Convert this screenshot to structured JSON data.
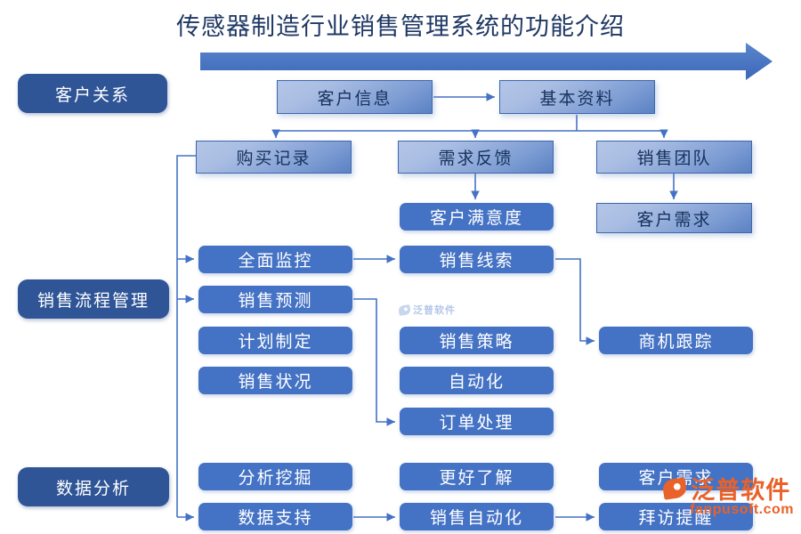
{
  "page": {
    "title": "传感器制造行业销售管理系统的功能介绍",
    "background_color": "#ffffff",
    "accent_color": "#4472c4",
    "dark_accent_color": "#2f5597",
    "title_color": "#1f3864"
  },
  "top_arrow": {
    "name": "timeline-arrow",
    "color": "#4472c4"
  },
  "categories": [
    {
      "label": "客户关系"
    },
    {
      "label": "销售流程管理"
    },
    {
      "label": "数据分析"
    }
  ],
  "nodes": {
    "customer_info": "客户信息",
    "basic_data": "基本资料",
    "purchase_record": "购买记录",
    "demand_feedback": "需求反馈",
    "sales_team": "销售团队",
    "customer_satisfaction": "客户满意度",
    "customer_demand_top": "客户需求",
    "full_monitoring": "全面监控",
    "sales_forecast": "销售预测",
    "plan_making": "计划制定",
    "sales_status": "销售状况",
    "sales_lead": "销售线索",
    "sales_strategy": "销售策略",
    "automation": "自动化",
    "order_processing": "订单处理",
    "opportunity_tracking": "商机跟踪",
    "analysis_mining": "分析挖掘",
    "better_understanding": "更好了解",
    "customer_demand_bottom": "客户需求",
    "data_support": "数据支持",
    "sales_automation": "销售自动化",
    "visit_reminder": "拜访提醒"
  },
  "watermark": {
    "brand": "泛普软件",
    "url": "fanpusoft.com",
    "small_brand": "泛普软件",
    "color": "#e8622a"
  },
  "chart_data": {
    "type": "diagram",
    "title": "传感器制造行业销售管理系统的功能介绍",
    "groups": [
      {
        "category": "客户关系",
        "rows": [
          [
            "客户信息",
            "基本资料"
          ],
          [
            "购买记录",
            "需求反馈",
            "销售团队"
          ],
          [
            "客户满意度",
            "客户需求"
          ]
        ]
      },
      {
        "category": "销售流程管理",
        "rows": [
          [
            "全面监控",
            "销售线索"
          ],
          [
            "销售预测"
          ],
          [
            "计划制定",
            "销售策略",
            "商机跟踪"
          ],
          [
            "销售状况",
            "自动化"
          ],
          [
            "订单处理"
          ]
        ]
      },
      {
        "category": "数据分析",
        "rows": [
          [
            "分析挖掘",
            "更好了解",
            "客户需求"
          ],
          [
            "数据支持",
            "销售自动化",
            "拜访提醒"
          ]
        ]
      }
    ],
    "edges": [
      [
        "客户信息",
        "基本资料"
      ],
      [
        "基本资料",
        "购买记录"
      ],
      [
        "基本资料",
        "需求反馈"
      ],
      [
        "基本资料",
        "销售团队"
      ],
      [
        "需求反馈",
        "客户满意度"
      ],
      [
        "销售团队",
        "客户需求"
      ],
      [
        "购买记录",
        "全面监控"
      ],
      [
        "购买记录",
        "销售预测"
      ],
      [
        "购买记录",
        "数据支持"
      ],
      [
        "全面监控",
        "销售线索"
      ],
      [
        "销售线索",
        "商机跟踪"
      ],
      [
        "销售预测",
        "订单处理"
      ],
      [
        "数据支持",
        "销售自动化"
      ],
      [
        "销售自动化",
        "拜访提醒"
      ]
    ]
  }
}
